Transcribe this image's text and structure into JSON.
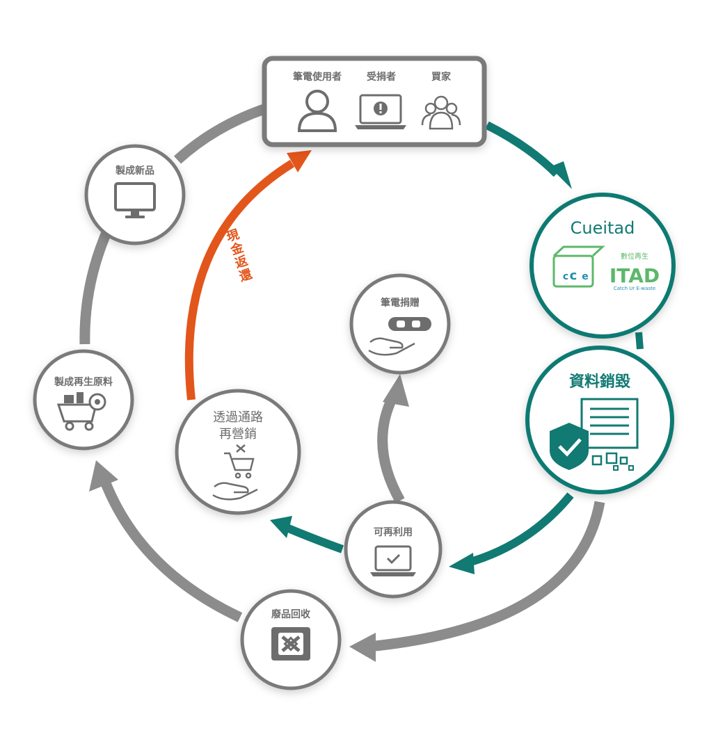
{
  "top_box": {
    "roles": [
      "筆電使用者",
      "受捐者",
      "買家"
    ]
  },
  "nodes": {
    "cueitad": {
      "label": "Cueitad",
      "logo_text": "ITAD",
      "logo_small": "數位再生",
      "logo_tagline": "Catch Ur E-waste"
    },
    "data_destroy": {
      "label": "資料銷毀"
    },
    "reusable": {
      "label": "可再利用"
    },
    "recycle": {
      "label": "廢品回收"
    },
    "recycled_material": {
      "label": "製成再生原料"
    },
    "new_product": {
      "label": "製成新品"
    },
    "resale": {
      "label_line1": "透過通路",
      "label_line2": "再營銷"
    },
    "donation": {
      "label": "筆電捐贈"
    }
  },
  "cash_back_label": "現金返還",
  "colors": {
    "gray_arrow": "#8c8c8c",
    "teal": "#117a72",
    "orange": "#e2561b",
    "circle_border": "#7a7a7a",
    "icon": "#6d6d6d",
    "logo_green": "#5cb86a",
    "logo_blue": "#1e8fb0"
  }
}
